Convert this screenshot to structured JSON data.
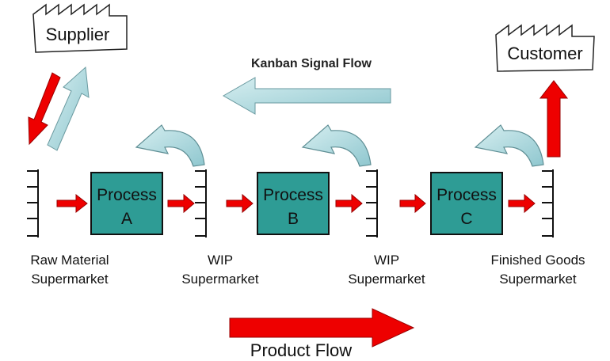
{
  "supplier": {
    "label": "Supplier"
  },
  "customer": {
    "label": "Customer"
  },
  "kanban_flow_label": "Kanban Signal Flow",
  "product_flow_label": "Product Flow",
  "processes": [
    {
      "line1": "Process",
      "line2": "A"
    },
    {
      "line1": "Process",
      "line2": "B"
    },
    {
      "line1": "Process",
      "line2": "C"
    }
  ],
  "supermarkets": [
    {
      "line1": "Raw Material",
      "line2": "Supermarket"
    },
    {
      "line1": "WIP",
      "line2": "Supermarket"
    },
    {
      "line1": "WIP",
      "line2": "Supermarket"
    },
    {
      "line1": "Finished Goods",
      "line2": "Supermarket"
    }
  ],
  "colors": {
    "process_fill": "#2E9C95",
    "product_arrow": "#EE0000",
    "kanban_arrow": "#B9E0E4"
  }
}
